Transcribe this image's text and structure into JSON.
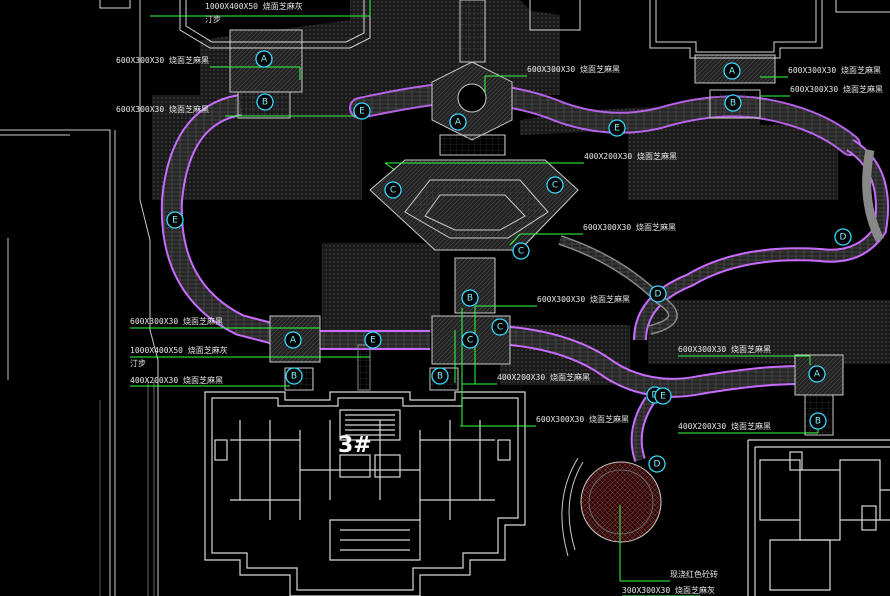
{
  "drawing": {
    "building_number": "3#",
    "colors": {
      "background": "#000000",
      "outline": "#c9c9c9",
      "path_edge": "#c86cff",
      "path_fill": "#2a2a2a",
      "leader": "#33ff44",
      "marker": "#39d9ff",
      "text": "#e8e8e8",
      "wall": "#d8d8d8",
      "hatch": "#5a5a5a",
      "brick_red": "#c83a3a"
    },
    "labels": [
      {
        "text": "1000X400X50 烧面芝麻灰",
        "sub": "汀步"
      },
      {
        "text": "600X300X30 烧面芝麻黑"
      },
      {
        "text": "600X300X30 烧面芝麻黑"
      },
      {
        "text": "600X300X30 烧面芝麻黑"
      },
      {
        "text": "600X300X30 烧面芝麻黑"
      },
      {
        "text": "600X300X30 烧面芝麻黑"
      },
      {
        "text": "400X200X30 烧面芝麻黑"
      },
      {
        "text": "600X300X30 烧面芝麻黑"
      },
      {
        "text": "600X300X30 烧面芝麻黑"
      },
      {
        "text": "600X300X30 烧面芝麻黑"
      },
      {
        "text": "1000X400X50 烧面芝麻灰",
        "sub": "汀步"
      },
      {
        "text": "400X200X30 烧面芝麻黑"
      },
      {
        "text": "400X200X30 烧面芝麻黑"
      },
      {
        "text": "600X300X30 烧面芝麻黑"
      },
      {
        "text": "600X300X30 烧面芝麻黑"
      },
      {
        "text": "400X200X30 烧面芝麻黑"
      },
      {
        "text": "现浇红色砼砖"
      },
      {
        "text": "300X300X30 烧面芝麻灰"
      }
    ],
    "markers": [
      "A",
      "A",
      "A",
      "A",
      "A",
      "B",
      "B",
      "B",
      "B",
      "B",
      "B",
      "C",
      "C",
      "C",
      "C",
      "C",
      "D",
      "D",
      "D",
      "D",
      "E",
      "E",
      "E",
      "E",
      "E"
    ]
  }
}
